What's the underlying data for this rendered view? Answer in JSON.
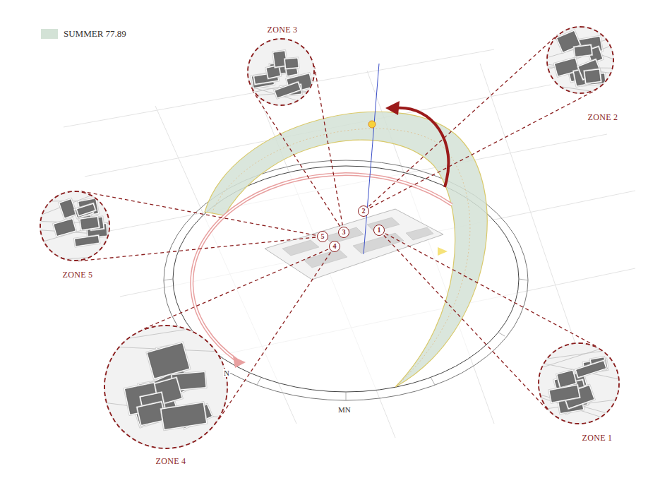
{
  "diagram": {
    "nodes": [
      {
        "text": [
          "1"
        ]
      },
      {
        "text": [
          "2"
        ]
      },
      {
        "text": [
          "3"
        ]
      },
      {
        "text": [
          "4"
        ]
      },
      {
        "text": [
          "5"
        ]
      },
      {
        "text": [
          "ZONE 1"
        ]
      },
      {
        "text": [
          "ZONE 2"
        ]
      },
      {
        "text": [
          "ZONE 3"
        ]
      },
      {
        "text": [
          "ZONE 4"
        ]
      },
      {
        "text": [
          "ZONE 5"
        ]
      }
    ],
    "edges": [
      {
        "from": 0,
        "to": 5,
        "arrow": "none"
      },
      {
        "from": 1,
        "to": 6,
        "arrow": "none"
      },
      {
        "from": 2,
        "to": 7,
        "arrow": "none"
      },
      {
        "from": 3,
        "to": 8,
        "arrow": "none"
      },
      {
        "from": 4,
        "to": 9,
        "arrow": "none"
      }
    ],
    "labels": [
      "N",
      "MN"
    ],
    "legend": [
      {
        "text": "SUMMER 77.89",
        "color": "#d3e2d6"
      }
    ]
  }
}
